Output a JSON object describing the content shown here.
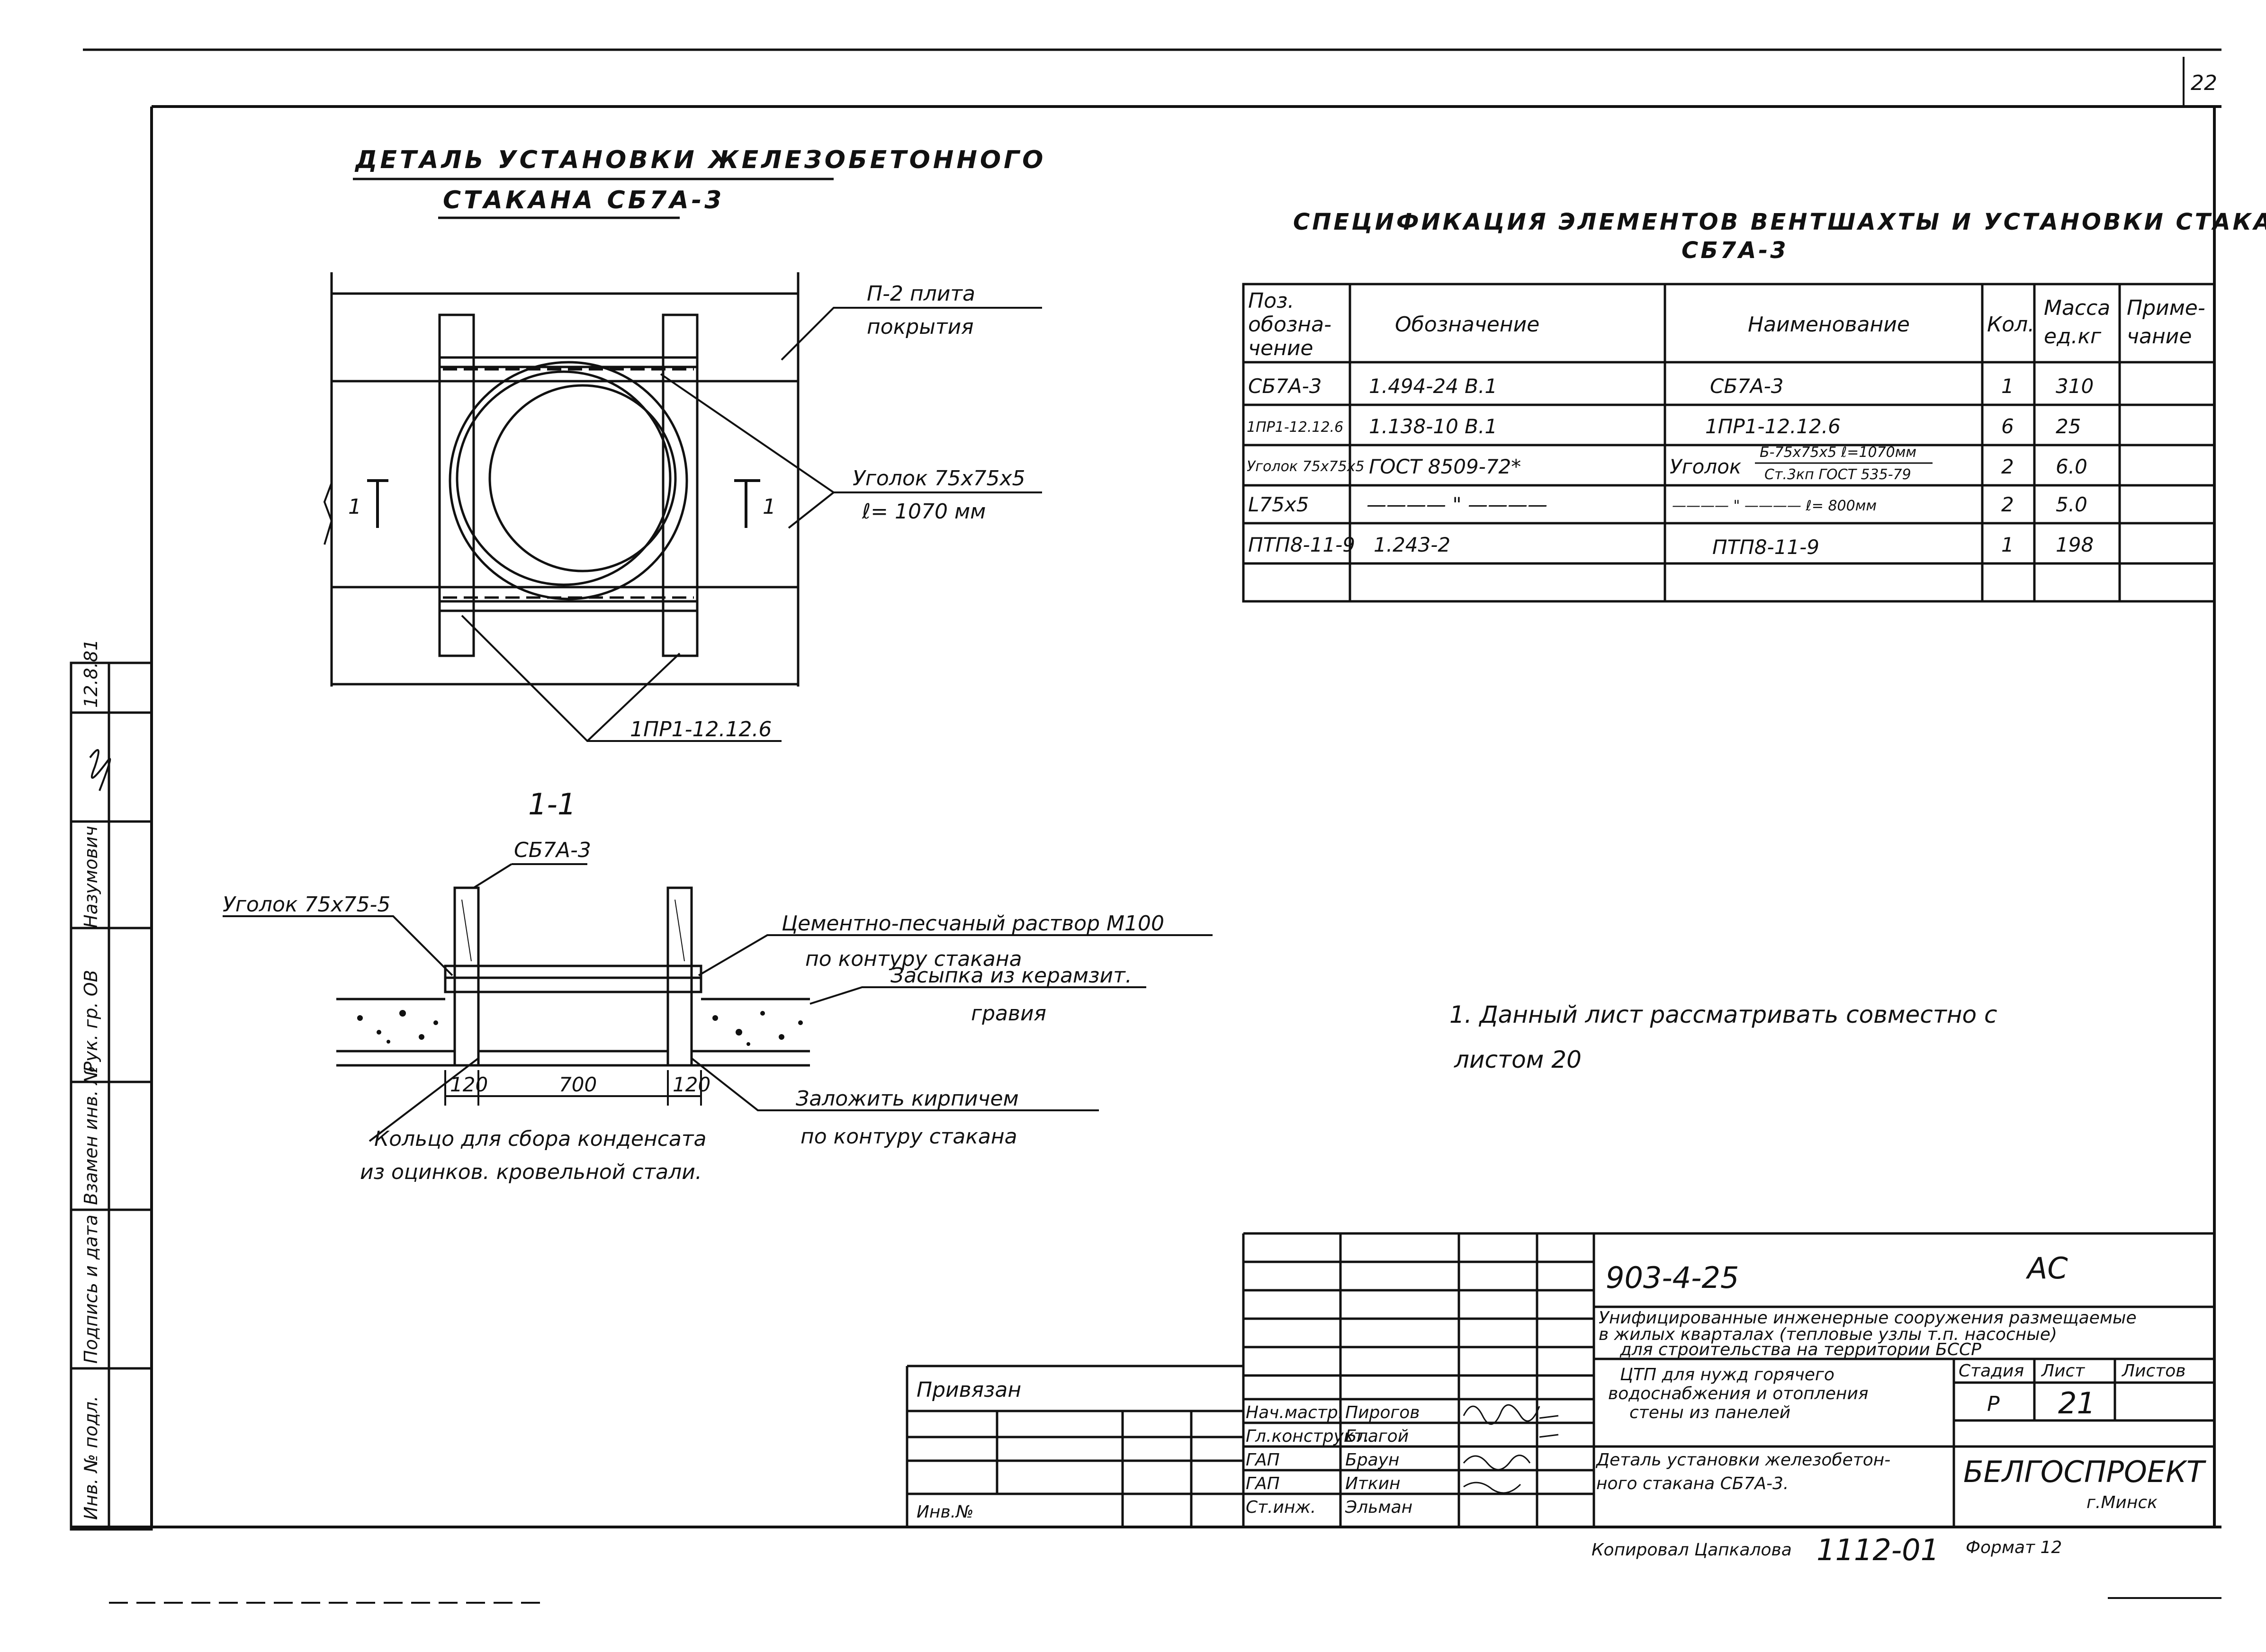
{
  "page_number": "22",
  "detail": {
    "title_line1": "ДЕТАЛЬ УСТАНОВКИ ЖЕЛЕЗОБЕТОННОГО",
    "title_line2": "СТАКАНА СБ7А-3",
    "plan_labels": {
      "slab": "П-2 плита",
      "slab2": "покрытия",
      "angle": "Уголок 75x75x5",
      "angle_len": "ℓ= 1070 мм",
      "panel": "1ПР1-12.12.6",
      "cut_mark": "1"
    },
    "section": {
      "title": "1-1",
      "glass": "СБ7А-3",
      "angle": "Уголок 75х75-5",
      "mortar1": "Цементно-песчаный раствор М100",
      "mortar2": "по контуру стакана",
      "fill1": "Засыпка из керамзит.",
      "fill2": "гравия",
      "brick1": "Заложить кирпичем",
      "brick2": "по контуру стакана",
      "ring1": "Кольцо для сбора конденсата",
      "ring2": "из оцинков. кровельной стали.",
      "dim_left": "120",
      "dim_mid": "700",
      "dim_right": "120"
    }
  },
  "spec": {
    "title_line1": "СПЕЦИФИКАЦИЯ ЭЛЕМЕНТОВ ВЕНТШАХТЫ И УСТАНОВКИ СТАКАНА",
    "title_line2": "СБ7А-3",
    "headers": {
      "pos1": "Поз.",
      "pos2": "обозна-",
      "pos3": "чение",
      "designation": "Обозначение",
      "name": "Наименование",
      "qty": "Кол.",
      "mass1": "Масса",
      "mass2": "ед.кг",
      "note1": "Приме-",
      "note2": "чание"
    },
    "rows": [
      {
        "pos": "СБ7А-3",
        "designation": "1.494-24 В.1",
        "name": "СБ7А-3",
        "qty": "1",
        "mass": "310"
      },
      {
        "pos": "1ПР1-12.12.6",
        "designation": "1.138-10 В.1",
        "name": "1ПР1-12.12.6",
        "qty": "6",
        "mass": "25"
      },
      {
        "pos": "Уголок 75х75х5",
        "designation": "ГОСТ 8509-72*",
        "name": "Уголок",
        "name_top": "Б-75х75х5 ℓ=1070мм",
        "name_bot": "Ст.3кп ГОСТ 535-79",
        "qty": "2",
        "mass": "6.0"
      },
      {
        "pos": "L75x5",
        "designation": "———— \" ————",
        "name": "———— \" ———— ℓ= 800мм",
        "qty": "2",
        "mass": "5.0"
      },
      {
        "pos": "ПТП8-11-9",
        "designation": "1.243-2",
        "name": "ПТП8-11-9",
        "qty": "1",
        "mass": "198"
      }
    ]
  },
  "note": {
    "line1": "1. Данный лист рассматривать совместно с",
    "line2": "листом 20"
  },
  "side_stamp": {
    "inv_orig": "Инв. № подл.",
    "sign_date": "Подпись и дата",
    "replace": "Взамен инв. №",
    "head": "Рук. гр. ОВ",
    "surname": "Назумович",
    "date": "12.8.81"
  },
  "title_block": {
    "code": "903-4-25",
    "mark": "АС",
    "desc1": "Унифицированные инженерные сооружения размещаемые",
    "desc2": "в жилых кварталах (тепловые узлы т.п. насосные)",
    "desc3": "для строительства на территории БССР",
    "obj1": "ЦТП для нужд горячего",
    "obj2": "водоснабжения и отопления",
    "obj3": "стены из панелей",
    "sheet_title1": "Деталь установки железобетон-",
    "sheet_title2": "ного стакана СБ7А-3.",
    "stage_h": "Стадия",
    "sheet_h": "Лист",
    "sheets_h": "Листов",
    "stage": "Р",
    "sheet": "21",
    "org": "БЕЛГОСПРОЕКТ",
    "city": "г.Минск",
    "roles": [
      {
        "role": "Нач.мастр.",
        "name": "Пирогов"
      },
      {
        "role": "Гл.конструкт.",
        "name": "Благой"
      },
      {
        "role": "ГАП",
        "name": "Браун"
      },
      {
        "role": "ГАП",
        "name": "Иткин"
      },
      {
        "role": "Ст.инж.",
        "name": "Эльман"
      }
    ],
    "privyazan": "Привязан",
    "inv": "Инв.№",
    "copied": "Копировал Цапкалова",
    "copy_no": "1112-01",
    "format": "Формат 12"
  }
}
